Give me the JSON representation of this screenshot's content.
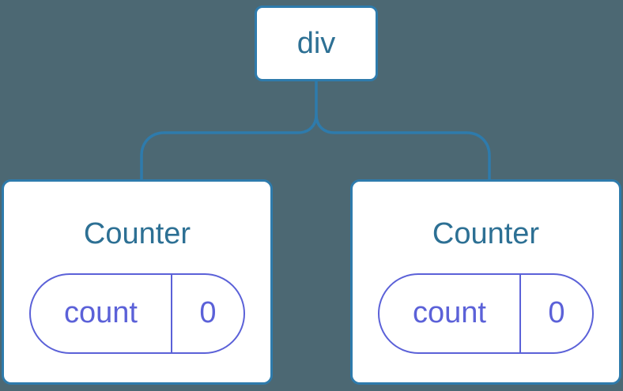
{
  "colors": {
    "background": "#4c6873",
    "card_bg": "#ffffff",
    "node_border": "#2e7bac",
    "node_text": "#2d7094",
    "connector": "#2e7bac",
    "state_accent": "#5b61d8"
  },
  "tree": {
    "root": {
      "label": "div"
    },
    "children": [
      {
        "title": "Counter",
        "state": {
          "key": "count",
          "value": "0"
        }
      },
      {
        "title": "Counter",
        "state": {
          "key": "count",
          "value": "0"
        }
      }
    ]
  }
}
